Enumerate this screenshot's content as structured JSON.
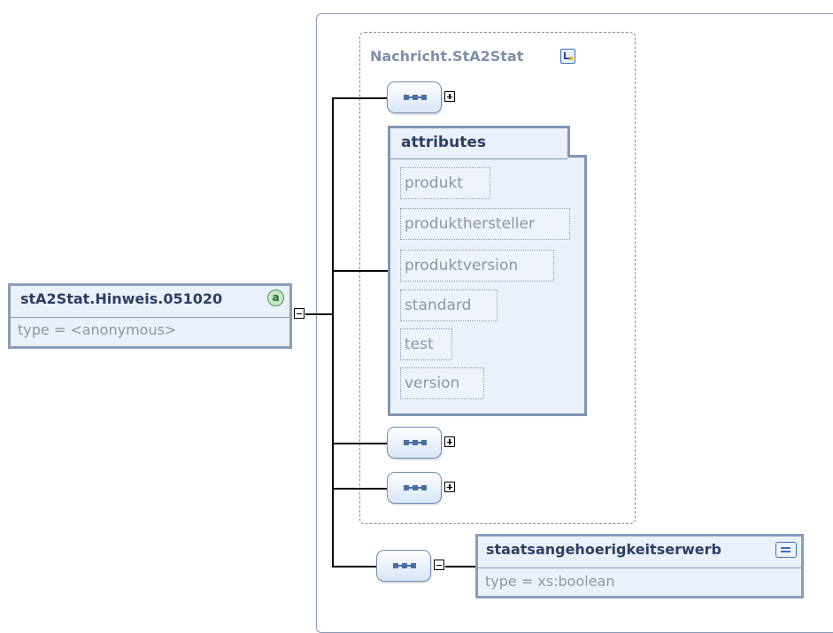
{
  "root_element": {
    "name": "stA2Stat.Hinweis.051020",
    "attr_badge": "a",
    "type": "type = <anonymous>"
  },
  "group": {
    "name": "Nachricht.StA2Stat"
  },
  "attributes": {
    "title": "attributes",
    "items": [
      "produkt",
      "produkthersteller",
      "produktversion",
      "standard",
      "test",
      "version"
    ]
  },
  "child_element": {
    "name": "staatsangehoerigkeitserwerb",
    "type": "type = xs:boolean"
  },
  "colors": {
    "box_border": "#8a9cbb",
    "box_fill": "#eaf1fa",
    "group_title": "#7f90ab"
  },
  "icons": [
    "attribute-badge-icon",
    "group-icon",
    "sequence-icon",
    "expand-icon",
    "collapse-icon",
    "documentation-icon"
  ]
}
